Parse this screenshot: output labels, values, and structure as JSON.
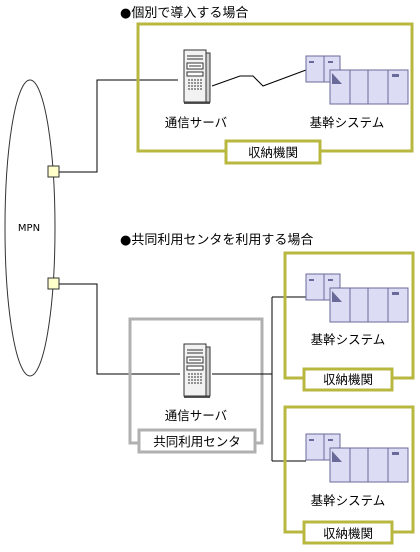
{
  "sections": [
    {
      "heading": "●個別で導入する場合",
      "server_label": "通信サーバ",
      "system_label": "基幹システム",
      "org_label": "収納機関"
    },
    {
      "heading": "●共同利用センタを利用する場合",
      "server_label": "通信サーバ",
      "center_label": "共同利用センタ",
      "branches": [
        {
          "system_label": "基幹システム",
          "org_label": "収納機関"
        },
        {
          "system_label": "基幹システム",
          "org_label": "収納機関"
        }
      ]
    }
  ],
  "network": {
    "label": "MPN"
  },
  "colors": {
    "org_frame": "#b8b840",
    "center_frame": "#b0b0b0",
    "connector_fill": "#ffffcc",
    "system_fill": "#dcdcf4",
    "system_stroke": "#6a6a9a",
    "server_fill": "#e8e8e8"
  }
}
